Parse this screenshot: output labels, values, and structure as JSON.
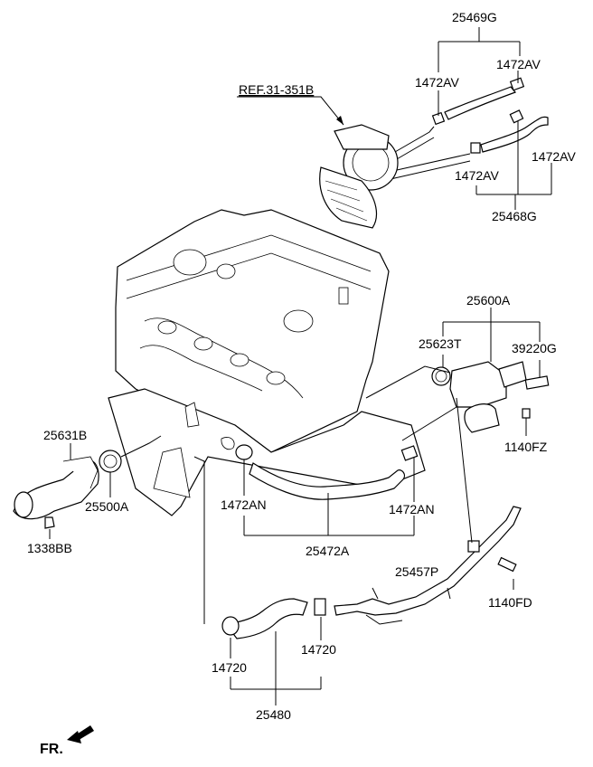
{
  "labels": {
    "p25469G": "25469G",
    "p1472AV_a": "1472AV",
    "p1472AV_b": "1472AV",
    "p1472AV_c": "1472AV",
    "p1472AV_d": "1472AV",
    "p25468G": "25468G",
    "ref": "REF.31-351B",
    "p25600A": "25600A",
    "p25623T": "25623T",
    "p39220G": "39220G",
    "p1140FZ": "1140FZ",
    "p25631B": "25631B",
    "p25500A": "25500A",
    "p1338BB": "1338BB",
    "p1472AN_a": "1472AN",
    "p1472AN_b": "1472AN",
    "p25472A": "25472A",
    "p25457P": "25457P",
    "p1140FD": "1140FD",
    "p14720_a": "14720",
    "p14720_b": "14720",
    "p25480": "25480",
    "fr": "FR."
  }
}
